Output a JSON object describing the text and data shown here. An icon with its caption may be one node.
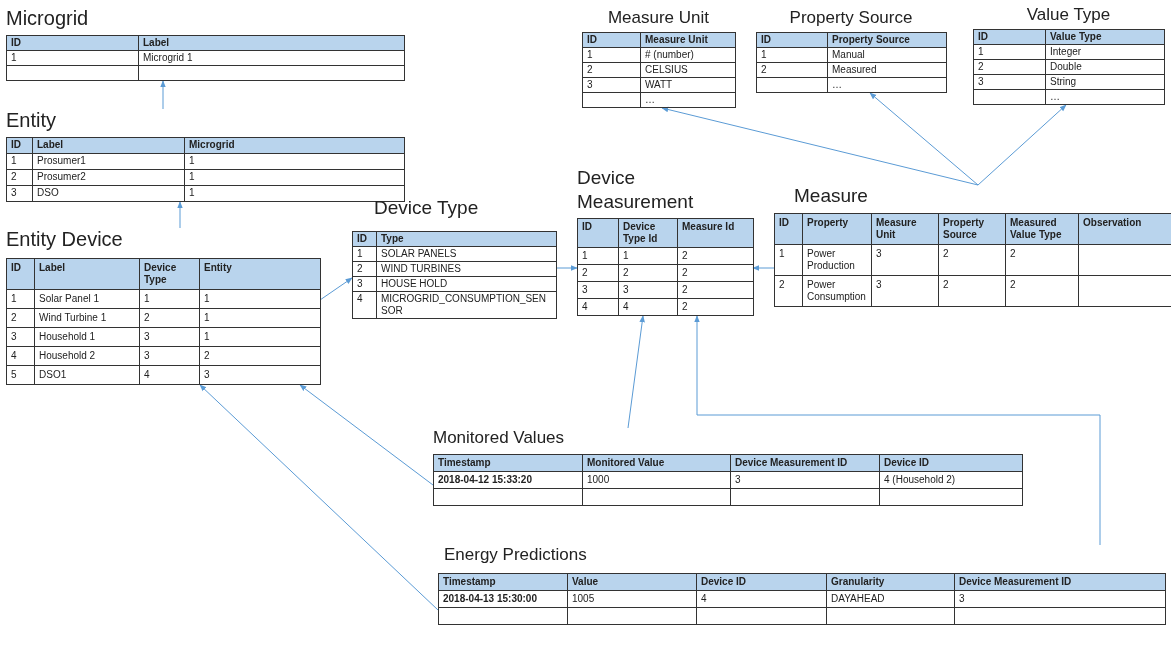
{
  "diagram": {
    "nodes": [
      {
        "text": [
          "Microgrid",
          "ID",
          "Label",
          "1",
          "Microgrid 1"
        ]
      },
      {
        "text": [
          "Measure Unit",
          "ID",
          "Measure Unit",
          "1",
          "# (number)",
          "2",
          "CELSIUS",
          "3",
          "WATT",
          "…"
        ]
      },
      {
        "text": [
          "Property Source",
          "ID",
          "Property Source",
          "1",
          "Manual",
          "2",
          "Measured",
          "…"
        ]
      },
      {
        "text": [
          "Value Type",
          "ID",
          "Value Type",
          "1",
          "Integer",
          "2",
          "Double",
          "3",
          "String",
          "…"
        ]
      },
      {
        "text": [
          "Entity",
          "ID",
          "Label",
          "Microgrid",
          "1",
          "Prosumer1",
          "1",
          "2",
          "Prosumer2",
          "1",
          "3",
          "DSO",
          "1"
        ]
      },
      {
        "text": [
          "Device Measurement",
          "ID",
          "Device Type Id",
          "Measure Id",
          "1",
          "1",
          "2",
          "2",
          "2",
          "2",
          "3",
          "3",
          "2",
          "4",
          "4",
          "2"
        ]
      },
      {
        "text": [
          "Device Type",
          "ID",
          "Type",
          "1",
          "SOLAR PANELS",
          "2",
          "WIND TURBINES",
          "3",
          "HOUSE HOLD",
          "4",
          "MICROGRID_CONSUMPTION_SENSOR"
        ]
      },
      {
        "text": [
          "Measure",
          "ID",
          "Property",
          "Measure Unit",
          "Property Source",
          "Measured Value Type",
          "Observation",
          "1",
          "Power Production",
          "3",
          "2",
          "2",
          "2",
          "Power Consumption",
          "3",
          "2",
          "2"
        ]
      },
      {
        "text": [
          "Entity Device",
          "ID",
          "Label",
          "Device Type",
          "Entity",
          "1",
          "Solar Panel 1",
          "1",
          "1",
          "2",
          "Wind Turbine 1",
          "2",
          "1",
          "3",
          "Household 1",
          "3",
          "1",
          "4",
          "Household 2",
          "3",
          "2",
          "5",
          "DSO1",
          "4",
          "3"
        ]
      },
      {
        "text": [
          "Monitored Values",
          "Timestamp",
          "Monitored Value",
          "Device Measurement ID",
          "Device ID",
          "2018-04-12 15:33:20",
          "1000",
          "3",
          "4 (Household 2)"
        ]
      },
      {
        "text": [
          "Energy Predictions",
          "Timestamp",
          "Value",
          "Device ID",
          "Granularity",
          "Device Measurement ID",
          "2018-04-13 15:30:00",
          "1005",
          "4",
          "DAYAHEAD",
          "3"
        ]
      }
    ],
    "edges": [
      {
        "from": 4,
        "to": 0,
        "arrow": "to"
      },
      {
        "from": 8,
        "to": 4,
        "arrow": "to"
      },
      {
        "from": 8,
        "to": 6,
        "arrow": "to"
      },
      {
        "from": 6,
        "to": 5,
        "arrow": "to"
      },
      {
        "from": 7,
        "to": 5,
        "arrow": "to"
      },
      {
        "from": 7,
        "to": 1,
        "arrow": "to"
      },
      {
        "from": 7,
        "to": 2,
        "arrow": "to"
      },
      {
        "from": 7,
        "to": 3,
        "arrow": "to"
      },
      {
        "from": 9,
        "to": 5,
        "arrow": "to"
      },
      {
        "from": 10,
        "to": 5,
        "arrow": "to"
      },
      {
        "from": 9,
        "to": 8,
        "arrow": "to"
      },
      {
        "from": 10,
        "to": 8,
        "arrow": "to"
      }
    ]
  }
}
